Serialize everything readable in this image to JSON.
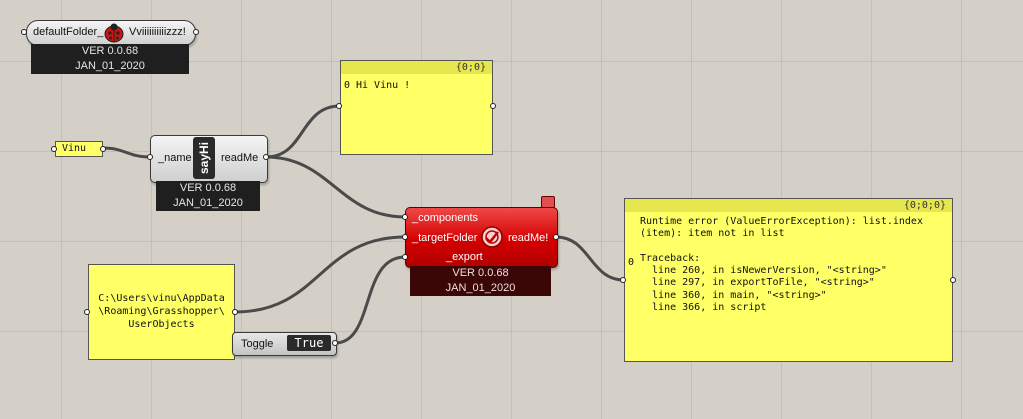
{
  "default_folder": {
    "input_label": "defaultFolder_",
    "output_label": "Vviiiiiiiiiizzz!",
    "version": "VER 0.0.68",
    "date": "JAN_01_2020"
  },
  "vinu_panel": {
    "text": "Vinu"
  },
  "sayhi": {
    "input_label": "_name",
    "nickname": "sayHi",
    "output_label": "readMe",
    "version": "VER 0.0.68",
    "date": "JAN_01_2020"
  },
  "hi_panel": {
    "header": "{0;0}",
    "index": "0",
    "text": "Hi Vinu !"
  },
  "export_comp": {
    "inputs": [
      "_components",
      "_targetFolder",
      "_export"
    ],
    "output_label": "readMe!",
    "version": "VER 0.0.68",
    "date": "JAN_01_2020",
    "accent_color": "#d40000"
  },
  "path_panel": {
    "lines": [
      "C:\\Users\\vinu\\AppData",
      "\\Roaming\\Grasshopper\\",
      "UserObjects"
    ]
  },
  "toggle": {
    "label": "Toggle",
    "value": "True"
  },
  "error_panel": {
    "header": "{0;0;0}",
    "index": "0",
    "lines": [
      "Runtime error (ValueErrorException): list.index",
      "(item): item not in list",
      "",
      "Traceback:",
      "  line 260, in isNewerVersion, \"<string>\"",
      "  line 297, in exportToFile, \"<string>\"",
      "  line 360, in main, \"<string>\"",
      "  line 366, in script"
    ]
  },
  "colors": {
    "canvas": "#d4d0c8",
    "panel_yellow": "#ffff66",
    "wire": "#4a4a4a",
    "component_red": "#d40000"
  }
}
